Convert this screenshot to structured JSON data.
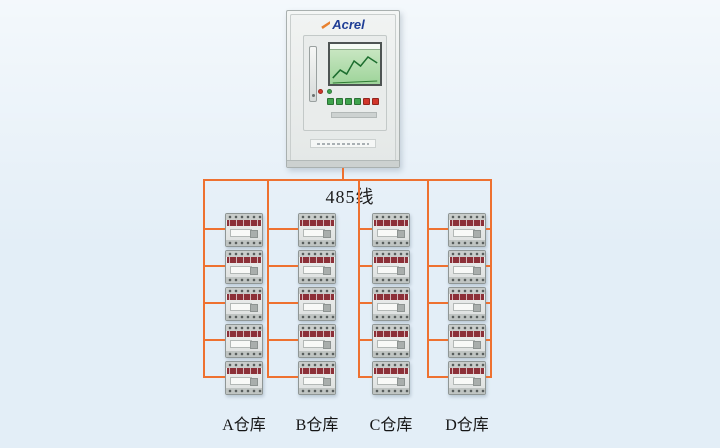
{
  "cabinet": {
    "brand": "Acrel",
    "indicator_colors": [
      "#d2362b",
      "#3fa34d"
    ],
    "button_colors": [
      "#3fa34d",
      "#3fa34d",
      "#3fa34d",
      "#3fa34d",
      "#d2362b",
      "#d2362b"
    ]
  },
  "bus": {
    "label": "485线"
  },
  "columns": [
    {
      "label": "A仓库",
      "device_count": 5
    },
    {
      "label": "B仓库",
      "device_count": 5
    },
    {
      "label": "C仓库",
      "device_count": 5
    },
    {
      "label": "D仓库",
      "device_count": 5
    }
  ],
  "theme": {
    "bus": "#ee7130",
    "band": "#8c3038",
    "lcd": "#9ed49a",
    "bg": "#e3eef7"
  }
}
